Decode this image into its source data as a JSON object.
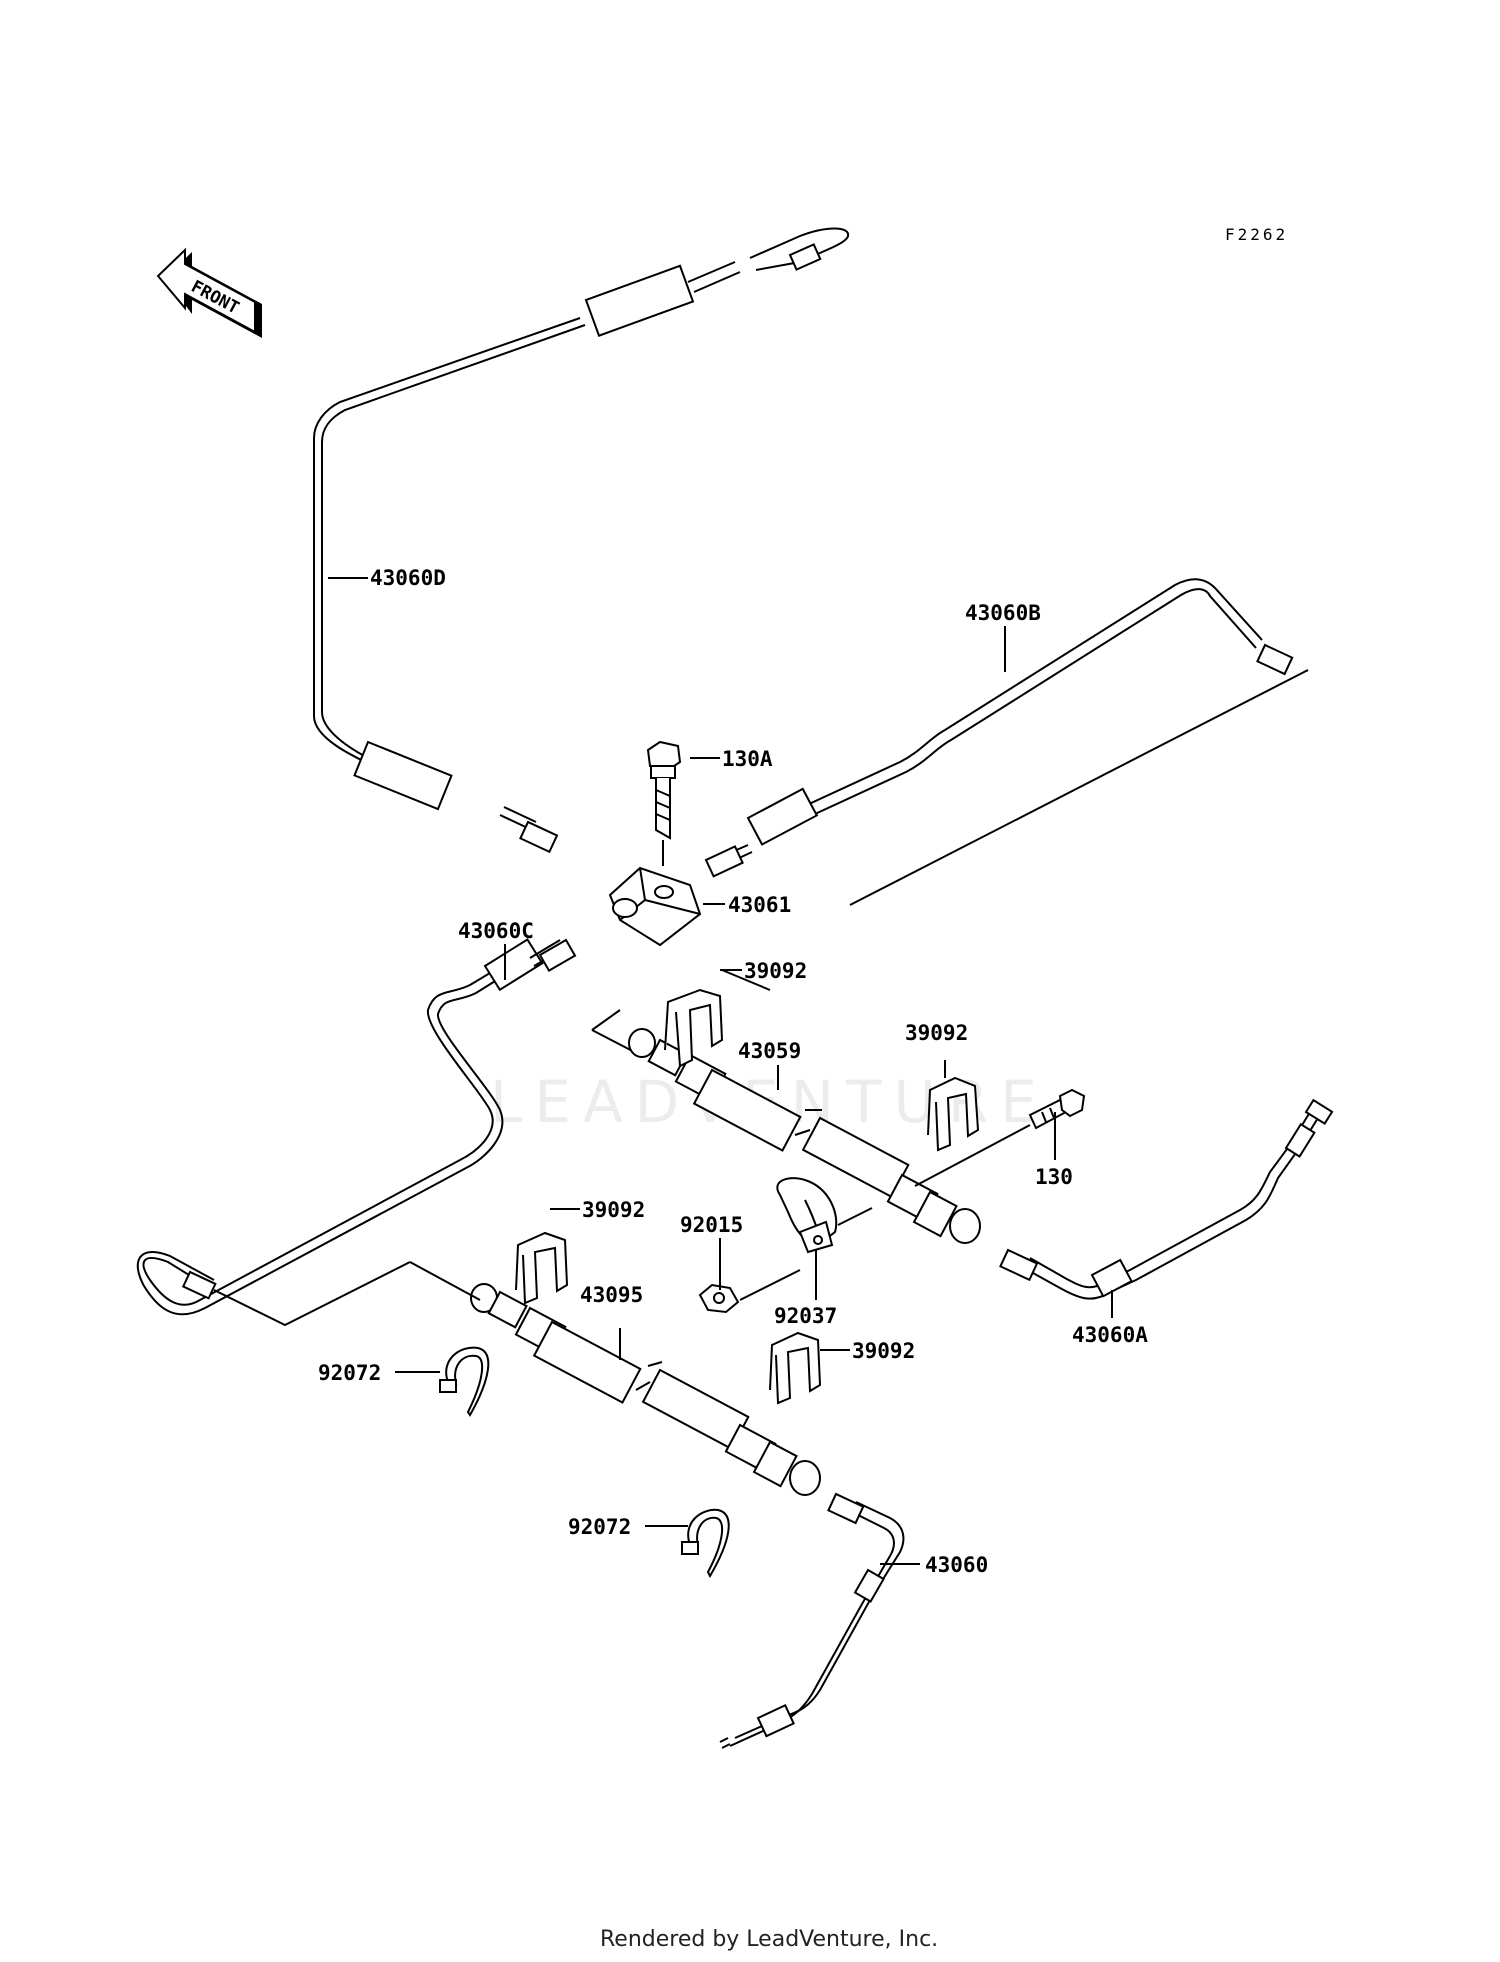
{
  "figure_code": "F2262",
  "front_label": "FRONT",
  "watermark": "LEADVENTURE",
  "footer": "Rendered by LeadVenture, Inc.",
  "labels": {
    "l_43060D": "43060D",
    "l_43060B": "43060B",
    "l_130A": "130A",
    "l_43061": "43061",
    "l_43060C": "43060C",
    "l_39092a": "39092",
    "l_43059": "43059",
    "l_39092b": "39092",
    "l_130": "130",
    "l_39092c": "39092",
    "l_92015": "92015",
    "l_43095": "43095",
    "l_92037": "92037",
    "l_43060A": "43060A",
    "l_39092d": "39092",
    "l_92072a": "92072",
    "l_92072b": "92072",
    "l_43060": "43060"
  }
}
